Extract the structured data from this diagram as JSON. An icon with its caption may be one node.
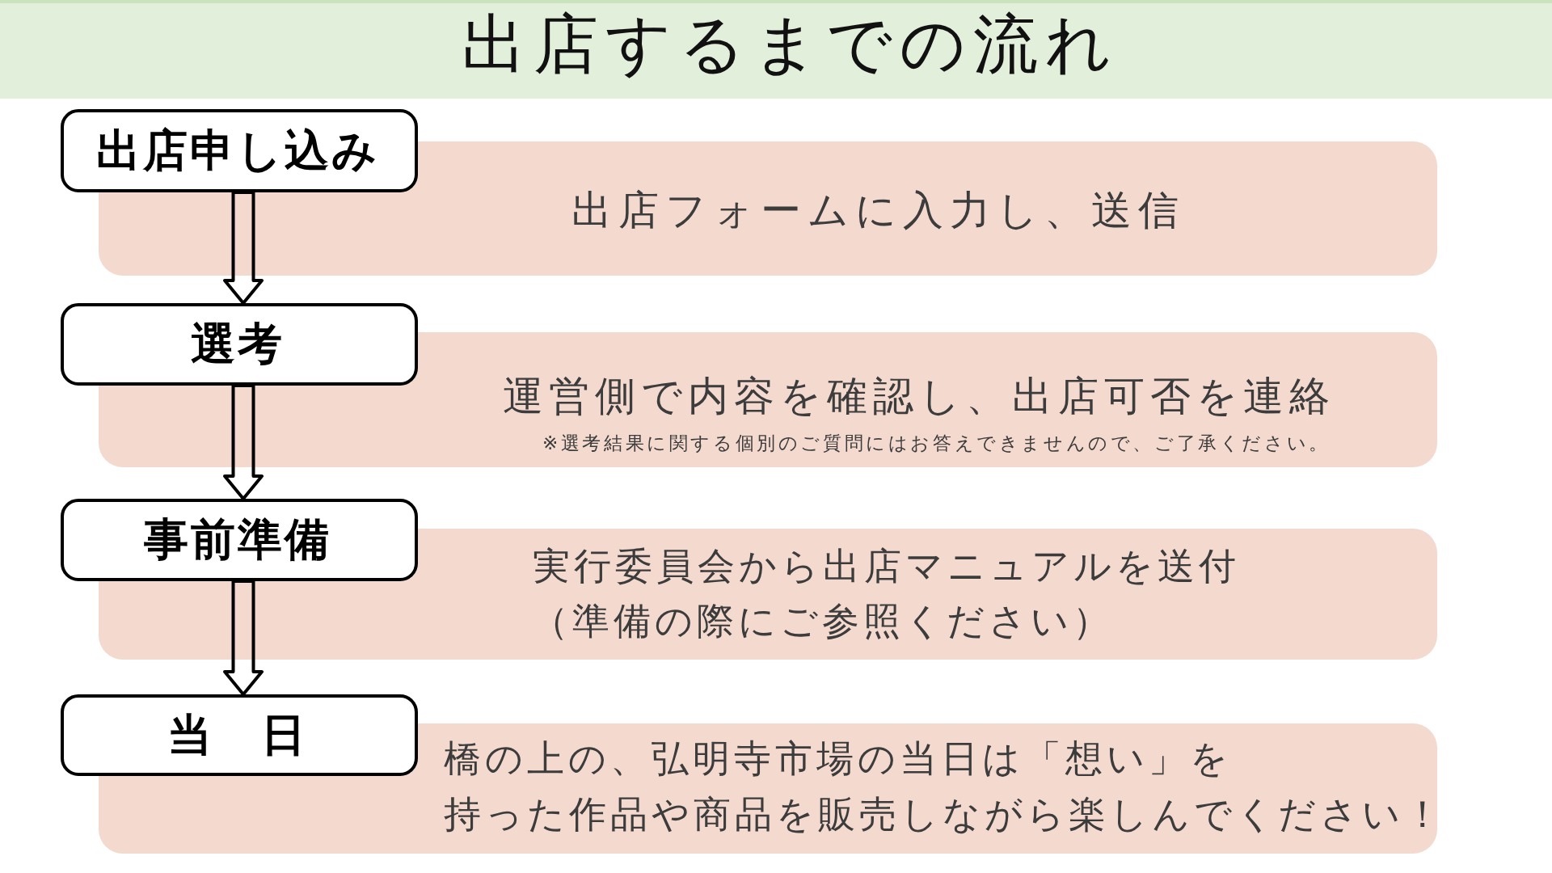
{
  "diagram": {
    "title": "出店するまでの流れ",
    "nodes": [
      {
        "text": [
          "出店申し込み"
        ]
      },
      {
        "text": [
          "出店フォームに入力し、送信"
        ]
      },
      {
        "text": [
          "選考"
        ]
      },
      {
        "text": [
          "運営側で内容を確認し、出店可否を連絡",
          "※選考結果に関する個別のご質問にはお答えできませんので、ご了承ください。"
        ]
      },
      {
        "text": [
          "事前準備"
        ]
      },
      {
        "text": [
          "実行委員会から出店マニュアルを送付",
          "（準備の際にご参照ください）"
        ]
      },
      {
        "text": [
          "当　日"
        ]
      },
      {
        "text": [
          "橋の上の、弘明寺市場の当日は「想い」を",
          "持った作品や商品を販売しながら楽しんでください！"
        ]
      }
    ],
    "edges": [
      {
        "from": 0,
        "to": 2,
        "arrow": "to"
      },
      {
        "from": 2,
        "to": 4,
        "arrow": "to"
      },
      {
        "from": 4,
        "to": 6,
        "arrow": "to"
      }
    ]
  }
}
